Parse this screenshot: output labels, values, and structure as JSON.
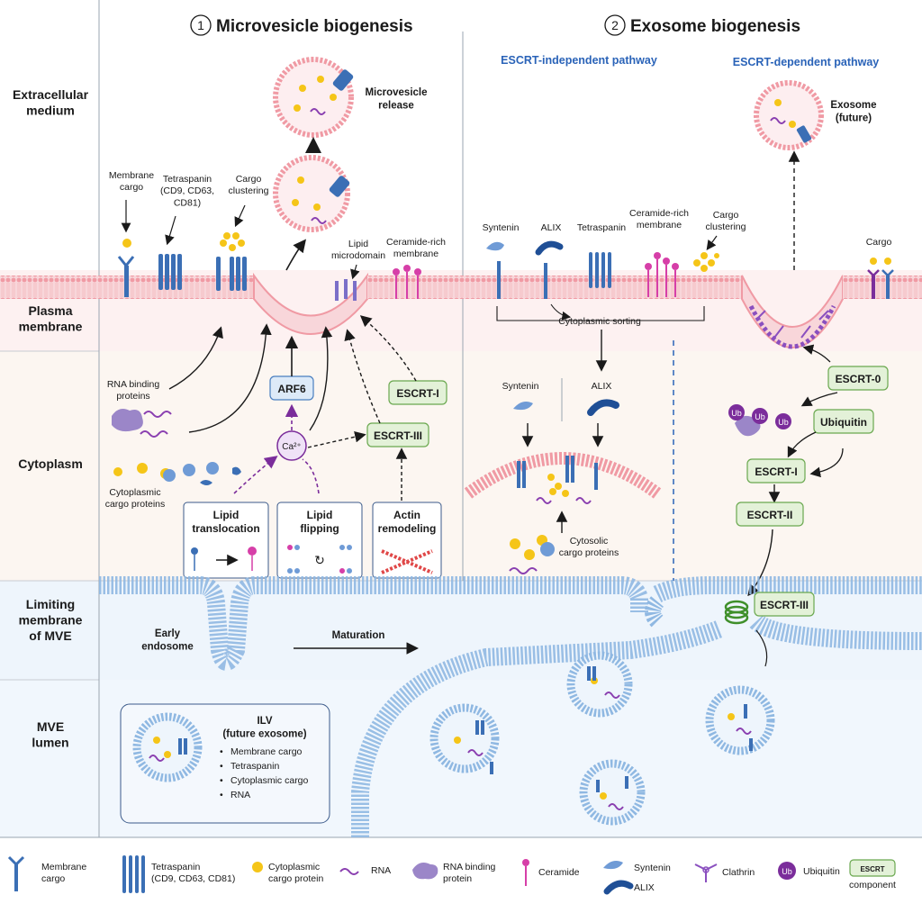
{
  "zones": {
    "extracellular": "Extracellular\nmedium",
    "plasma": "Plasma\nmembrane",
    "cytoplasm": "Cytoplasm",
    "limiting": "Limiting\nmembrane\nof MVE",
    "lumen": "MVE\nlumen"
  },
  "section1": {
    "number": "1",
    "title": "Microvesicle biogenesis"
  },
  "section2": {
    "number": "2",
    "title": "Exosome biogenesis"
  },
  "pathways": {
    "independent": "ESCRT-independent pathway",
    "dependent": "ESCRT-dependent pathway"
  },
  "microvesicle": {
    "release": "Microvesicle\nrelease",
    "membrane_cargo": "Membrane\ncargo",
    "tetraspanin": "Tetraspanin\n(CD9, CD63,\nCD81)",
    "cargo_clustering": "Cargo\nclustering",
    "lipid_microdomain": "Lipid\nmicrodomain",
    "ceramide_rich": "Ceramide-rich\nmembrane",
    "rna_binding": "RNA binding\nproteins",
    "cyto_cargo": "Cytoplasmic\ncargo proteins",
    "arf6": "ARF6",
    "calcium": "Ca²⁺",
    "escrt_i": "ESCRT-I",
    "escrt_iii": "ESCRT-III",
    "lipid_translocation": "Lipid\ntranslocation",
    "lipid_flipping": "Lipid\nflipping",
    "actin_remodeling": "Actin\nremodeling"
  },
  "independent": {
    "syntenin": "Syntenin",
    "alix": "ALIX",
    "tetraspanin": "Tetraspanin",
    "ceramide_rich": "Ceramide-rich\nmembrane",
    "cargo_clustering": "Cargo\nclustering",
    "cytoplasmic_sorting": "Cytoplasmic sorting",
    "syntenin2": "Syntenin",
    "alix2": "ALIX",
    "cytosolic_cargo": "Cytosolic\ncargo proteins"
  },
  "dependent": {
    "exosome": "Exosome\n(future)",
    "cargo": "Cargo",
    "escrt_0": "ESCRT-0",
    "ubiquitin": "Ubiquitin",
    "escrt_i": "ESCRT-I",
    "escrt_ii": "ESCRT-II",
    "escrt_iii": "ESCRT-III",
    "ub": "Ub"
  },
  "mve": {
    "early_endosome": "Early\nendosome",
    "maturation": "Maturation",
    "ilv_title": "ILV\n(future exosome)",
    "ilv_items": [
      "Membrane cargo",
      "Tetraspanin",
      "Cytoplasmic cargo",
      "RNA"
    ]
  },
  "legend": [
    {
      "icon": "membrane-cargo",
      "label": "Membrane\ncargo"
    },
    {
      "icon": "tetraspanin",
      "label": "Tetraspanin\n(CD9, CD63, CD81)"
    },
    {
      "icon": "cytoplasmic-cargo",
      "label": "Cytoplasmic\ncargo protein"
    },
    {
      "icon": "rna",
      "label": "RNA"
    },
    {
      "icon": "rna-binding-protein",
      "label": "RNA binding\nprotein"
    },
    {
      "icon": "ceramide",
      "label": "Ceramide"
    },
    {
      "icon": "syntenin-alix",
      "label": "Syntenin"
    },
    {
      "icon": "syntenin-alix",
      "label": "ALIX"
    },
    {
      "icon": "clathrin",
      "label": "Clathrin"
    },
    {
      "icon": "ubiquitin",
      "label": "Ubiquitin"
    },
    {
      "icon": "escrt-component",
      "label": "component"
    },
    {
      "icon": "escrt-component-box",
      "label": "ESCRT"
    }
  ],
  "colors": {
    "membrane_pink": "#f2aeb5",
    "membrane_blue": "#9cc3e8",
    "protein_blue": "#3b6fb5",
    "cargo_yellow": "#f5c518",
    "rna_purple": "#8a3fb0",
    "escrt_green": "#e3f1d8",
    "ubiquitin_purple": "#7b2d9b",
    "pathway_blue": "#2a63b8"
  }
}
